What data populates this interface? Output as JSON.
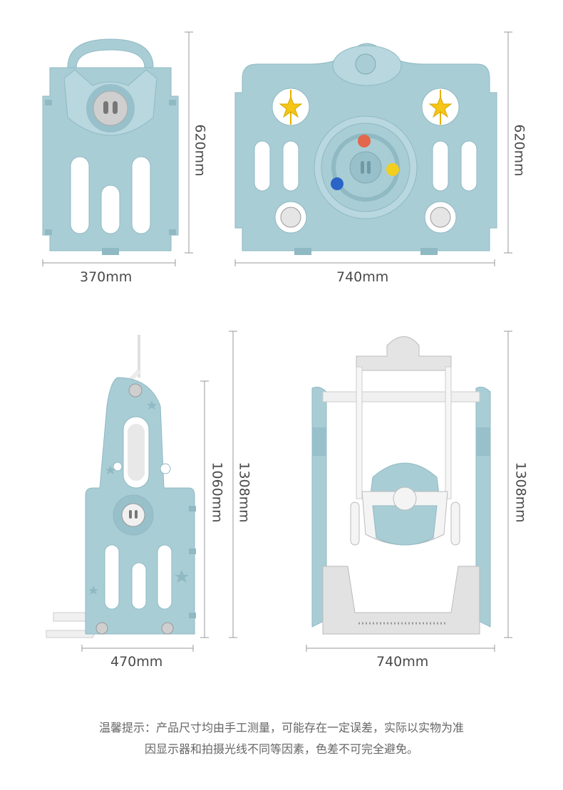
{
  "dimensions": {
    "fence_narrow_width": "370mm",
    "fence_narrow_height": "620mm",
    "fence_wide_width": "740mm",
    "fence_wide_height": "620mm",
    "swing_side_width": "470mm",
    "swing_side_inner_height": "1060mm",
    "swing_side_height": "1308mm",
    "swing_front_width": "740mm",
    "swing_front_height": "1308mm"
  },
  "note": {
    "line1": "温馨提示：产品尺寸均由手工测量，可能存在一定误差，实际以实物为准",
    "line2": "因显示器和拍摄光线不同等因素，色差不可完全避免。"
  },
  "colors": {
    "panel_blue": "#a9cdd5",
    "panel_blue_dark": "#8fb9c3",
    "panel_white": "#f4f4f4",
    "frame_gray": "#d9d9d9",
    "star_yellow": "#f5c518"
  }
}
